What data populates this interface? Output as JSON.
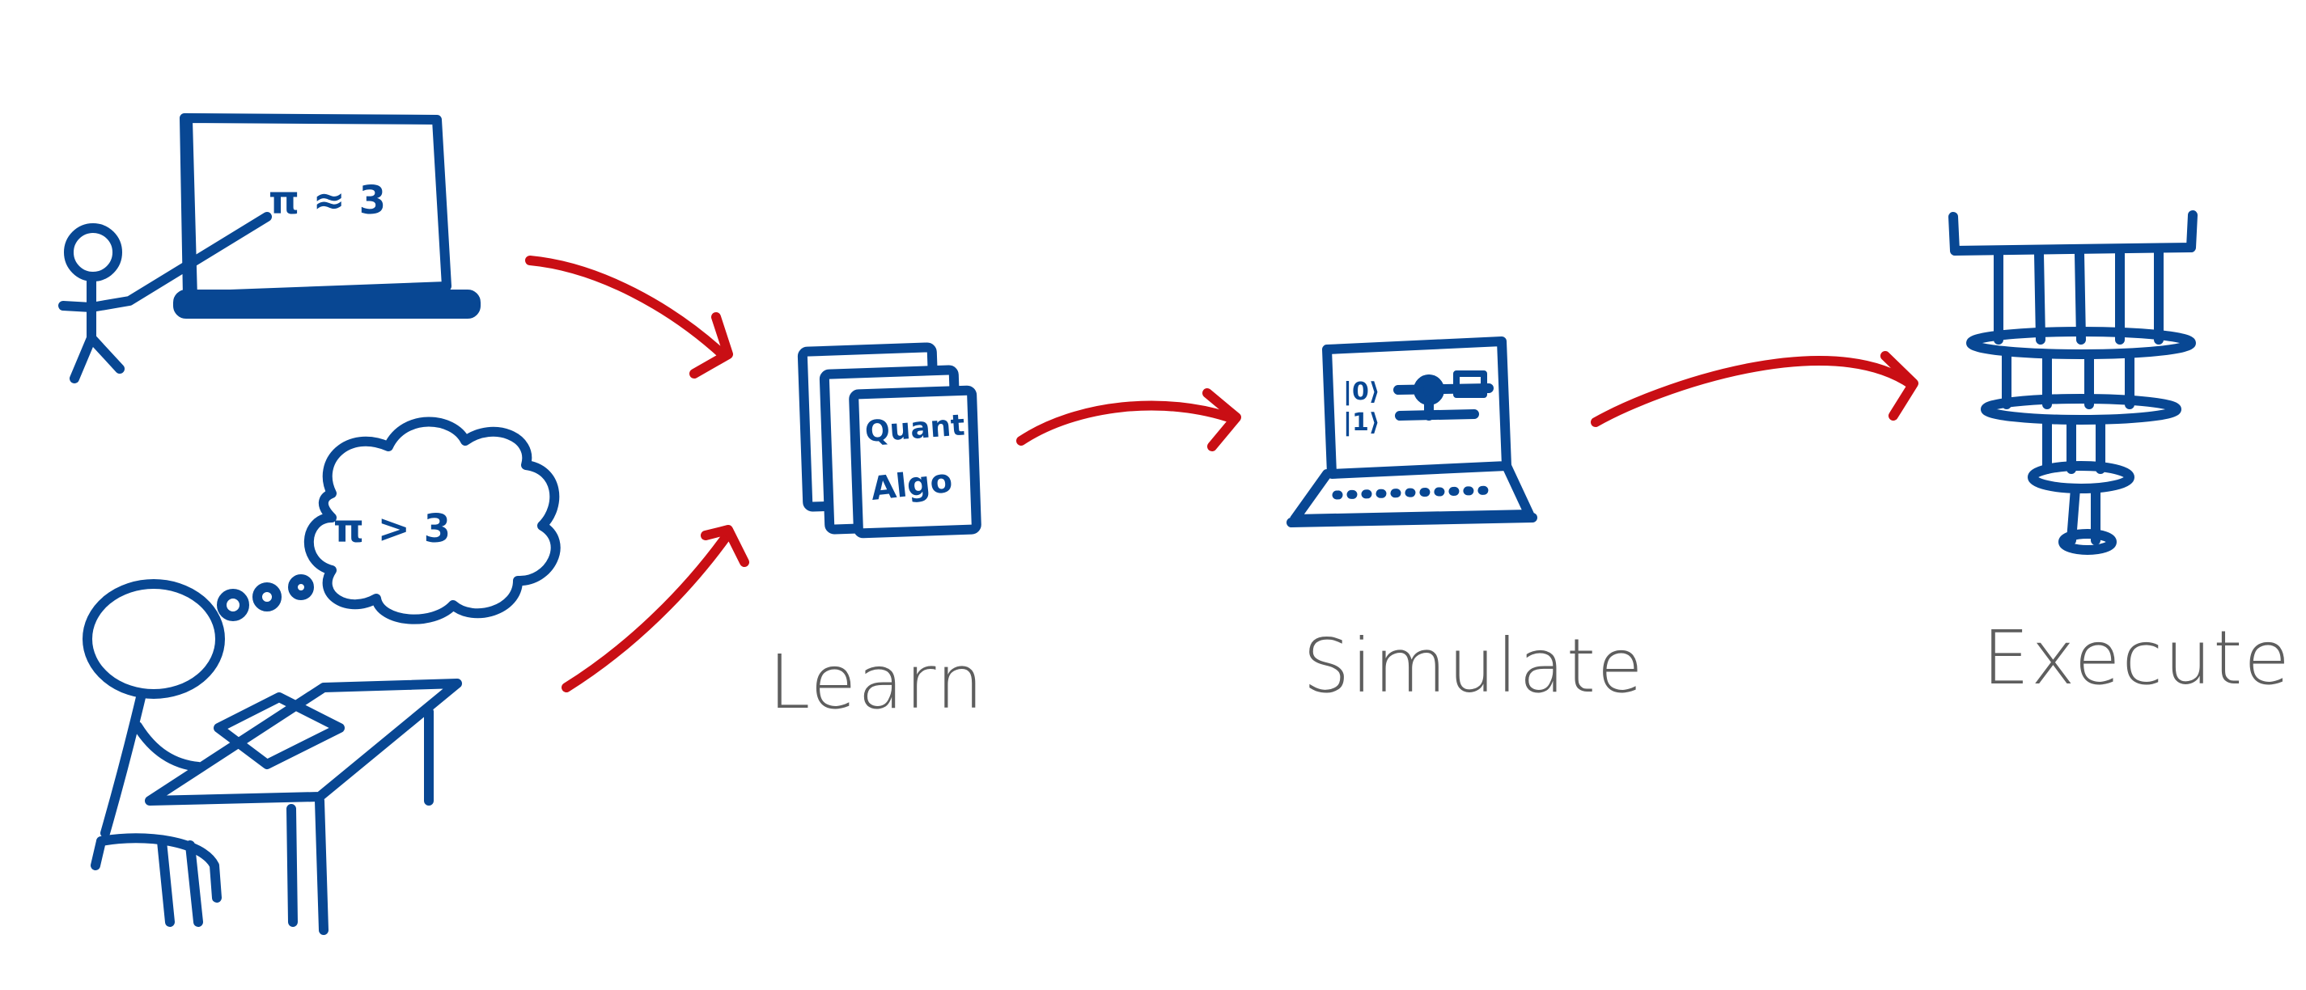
{
  "colors": {
    "ink_blue": "#084793",
    "arrow_red": "#c90e14",
    "label_gray": "#5e5e5e",
    "background": "#ffffff"
  },
  "scenes": {
    "teacher": {
      "board_text": "π ≈ 3"
    },
    "student": {
      "thought_text": "π > 3"
    }
  },
  "stages": [
    {
      "label": "Learn",
      "icon": "stacked-papers-icon",
      "paper_lines": [
        "Quant",
        "Algo"
      ]
    },
    {
      "label": "Simulate",
      "icon": "laptop-icon",
      "screen_lines": [
        "|0⟩",
        "|1⟩"
      ]
    },
    {
      "label": "Execute",
      "icon": "quantum-computer-icon"
    }
  ],
  "arrows": [
    {
      "from": "teacher",
      "to": "Learn"
    },
    {
      "from": "student",
      "to": "Learn"
    },
    {
      "from": "Learn",
      "to": "Simulate"
    },
    {
      "from": "Simulate",
      "to": "Execute"
    }
  ]
}
